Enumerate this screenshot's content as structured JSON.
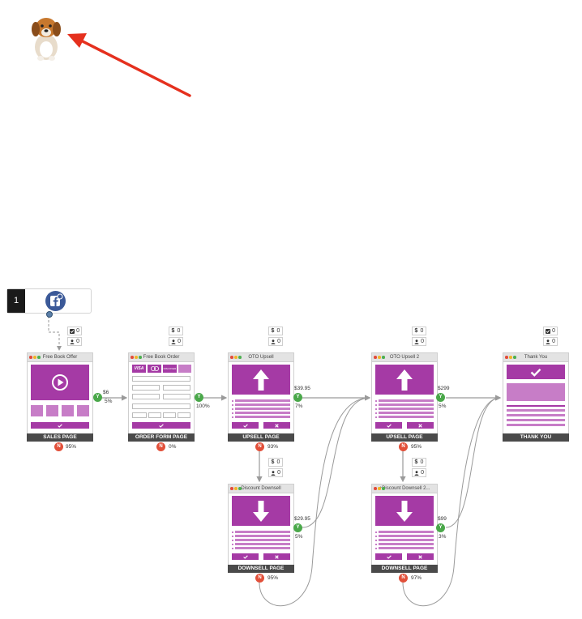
{
  "icons": {
    "mascot": "puppy-icon",
    "arrow": "red-arrow",
    "source": "facebook-icon",
    "check": "check-icon",
    "close": "close-icon",
    "user": "user-icon",
    "dollar": "dollar-icon",
    "play": "play-icon",
    "up": "arrow-up-icon",
    "down": "arrow-down-icon"
  },
  "colors": {
    "accent": "#a53aa5",
    "accent_light": "#c77dc7",
    "yes": "#4aa84a",
    "no": "#e2503a",
    "footer": "#4a4a4a",
    "source_blue": "#3b5998"
  },
  "source": {
    "number": "1"
  },
  "pages": {
    "sales": {
      "title": "Free Book Offer",
      "footer": "SALES PAGE",
      "stat_top": "0",
      "stat_bottom": "0",
      "no_pct": "95%",
      "yes_value": "$6",
      "yes_pct": "5%"
    },
    "order": {
      "title": "Free Book Order",
      "footer": "ORDER FORM PAGE",
      "stat_top_symbol": "$",
      "stat_top": "0",
      "stat_bottom": "0",
      "no_pct": "0%",
      "yes_pct": "100%",
      "cards": [
        "VISA",
        "",
        "DISCOVER",
        ""
      ]
    },
    "upsell1": {
      "title": "OTO Upsell",
      "footer": "UPSELL PAGE",
      "stat_top_symbol": "$",
      "stat_top": "0",
      "stat_bottom": "0",
      "no_pct": "93%",
      "yes_value": "$39.95",
      "yes_pct": "7%"
    },
    "upsell2": {
      "title": "OTO Upsell 2",
      "footer": "UPSELL PAGE",
      "stat_top_symbol": "$",
      "stat_top": "0",
      "stat_bottom": "0",
      "no_pct": "95%",
      "yes_value": "$299",
      "yes_pct": "5%"
    },
    "thankyou": {
      "title": "Thank You",
      "footer": "THANK YOU",
      "stat_top": "0",
      "stat_bottom": "0"
    },
    "downsell1": {
      "title": "Discount Downsell",
      "footer": "DOWNSELL PAGE",
      "stat_top_symbol": "$",
      "stat_top": "0",
      "stat_bottom": "0",
      "no_pct": "95%",
      "yes_value": "$29.95",
      "yes_pct": "5%"
    },
    "downsell2": {
      "title": "+Discount Downsell 2...",
      "footer": "DOWNSELL PAGE",
      "stat_top_symbol": "$",
      "stat_top": "0",
      "stat_bottom": "0",
      "no_pct": "97%",
      "yes_value": "$99",
      "yes_pct": "3%"
    }
  },
  "badges": {
    "yes": "Y",
    "no": "N"
  }
}
